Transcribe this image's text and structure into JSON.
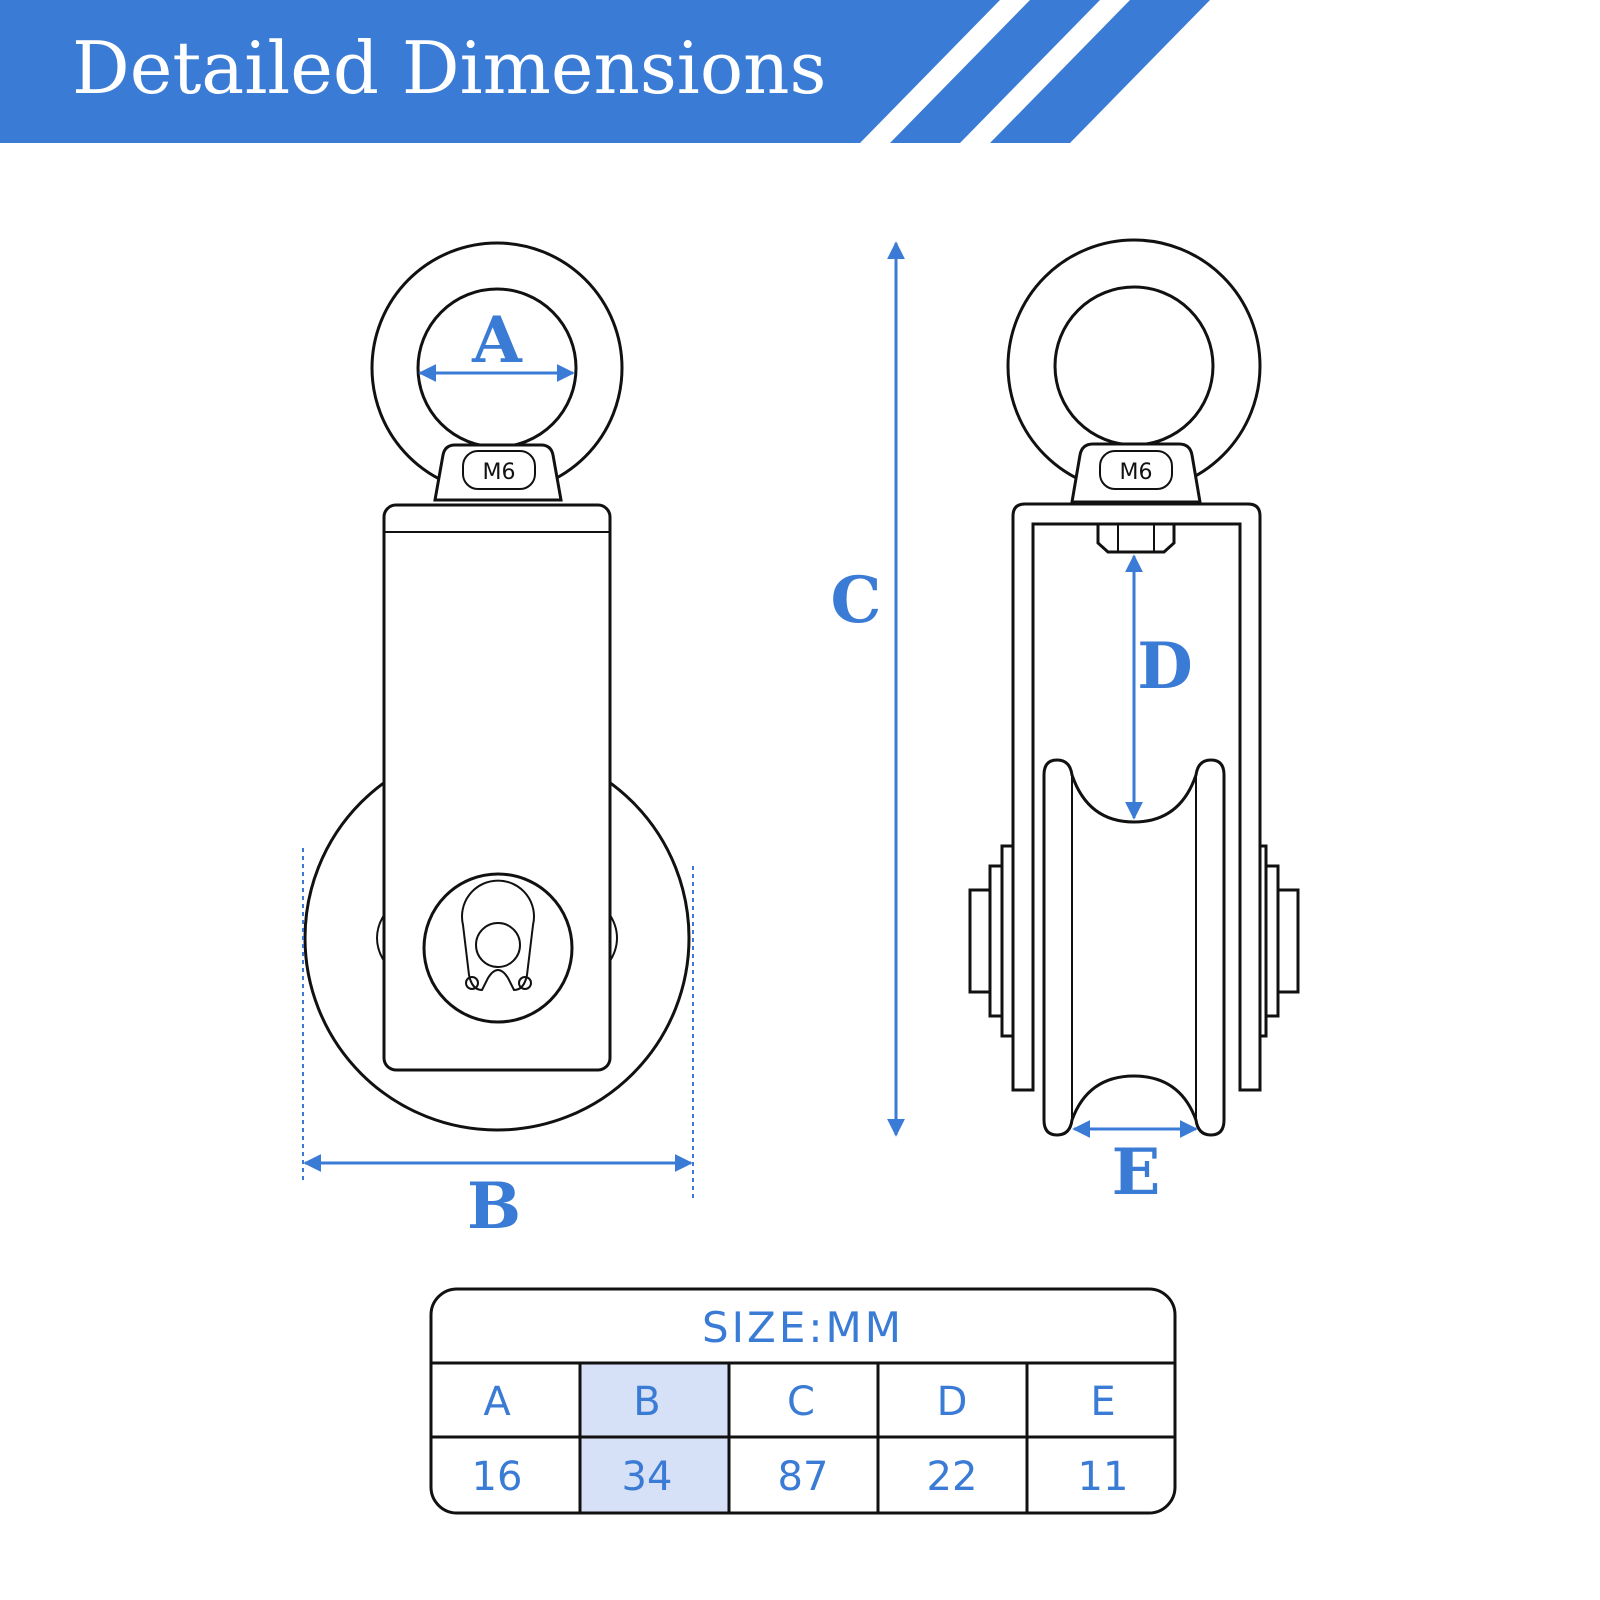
{
  "header": {
    "title": "Detailed Dimensions",
    "color": "#3a7bd5"
  },
  "diagram": {
    "accent_color": "#3a7bd5",
    "front_view": {
      "thread_label": "M6",
      "dimension_labels": [
        "A",
        "B"
      ]
    },
    "side_view": {
      "thread_label": "M6",
      "dimension_labels": [
        "C",
        "D",
        "E"
      ]
    }
  },
  "size_table": {
    "title": "SIZE:MM",
    "highlight_color": "#d6e0f7",
    "highlight_column": "B",
    "headers": [
      "A",
      "B",
      "C",
      "D",
      "E"
    ],
    "values": [
      "16",
      "34",
      "87",
      "22",
      "11"
    ]
  }
}
